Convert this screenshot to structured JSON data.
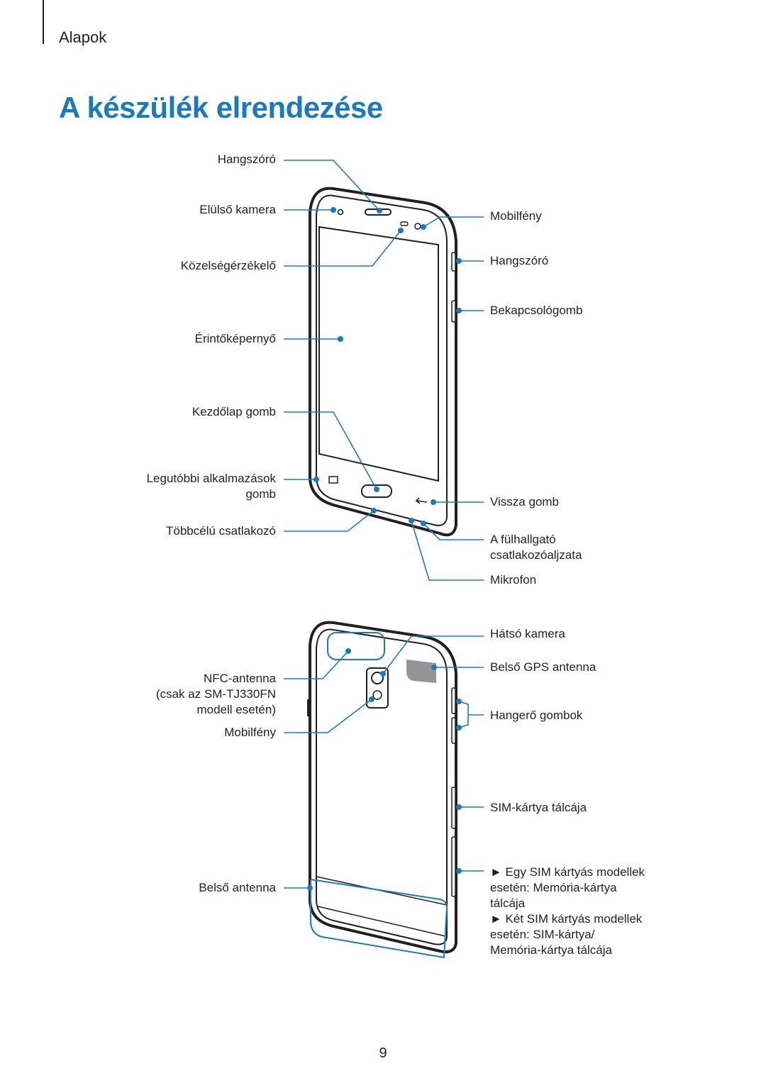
{
  "header": {
    "section": "Alapok",
    "title": "A készülék elrendezése"
  },
  "front": {
    "left_labels": [
      {
        "id": "speaker",
        "text": "Hangszóró"
      },
      {
        "id": "front-camera",
        "text": "Elülső kamera"
      },
      {
        "id": "proximity",
        "text": "Közelségérzékelő"
      },
      {
        "id": "touchscreen",
        "text": "Érintőképernyő"
      },
      {
        "id": "home",
        "text": "Kezdőlap gomb"
      },
      {
        "id": "recent-1",
        "text": "Legutóbbi alkalmazások"
      },
      {
        "id": "recent-2",
        "text": "gomb"
      },
      {
        "id": "multipurpose",
        "text": "Többcélú csatlakozó"
      }
    ],
    "right_labels": [
      {
        "id": "led",
        "text": "Mobilfény"
      },
      {
        "id": "side-speaker",
        "text": "Hangszóró"
      },
      {
        "id": "power",
        "text": "Bekapcsológomb"
      },
      {
        "id": "back",
        "text": "Vissza gomb"
      },
      {
        "id": "earphone-1",
        "text": "A fülhallgató"
      },
      {
        "id": "earphone-2",
        "text": "csatlakozóaljzata"
      },
      {
        "id": "mic",
        "text": "Mikrofon"
      }
    ]
  },
  "back": {
    "left_labels": [
      {
        "id": "nfc-1",
        "text": "NFC-antenna"
      },
      {
        "id": "nfc-2",
        "text": "(csak az SM-TJ330FN"
      },
      {
        "id": "nfc-3",
        "text": "modell esetén)"
      },
      {
        "id": "flash",
        "text": "Mobilfény"
      },
      {
        "id": "inner-antenna",
        "text": "Belső antenna"
      }
    ],
    "right_labels": [
      {
        "id": "rear-camera",
        "text": "Hátsó kamera"
      },
      {
        "id": "gps",
        "text": "Belső GPS antenna"
      },
      {
        "id": "volume",
        "text": "Hangerő gombok"
      },
      {
        "id": "sim",
        "text": "SIM-kártya tálcája"
      }
    ],
    "notes": [
      {
        "id": "note1-1",
        "text": "► Egy SIM kártyás modellek"
      },
      {
        "id": "note1-2",
        "text": "esetén: Memória-kártya"
      },
      {
        "id": "note1-3",
        "text": "tálcája"
      },
      {
        "id": "note2-1",
        "text": "► Két SIM kártyás modellek"
      },
      {
        "id": "note2-2",
        "text": "esetén: SIM-kártya/"
      },
      {
        "id": "note2-3",
        "text": "Memória-kártya tálcája"
      }
    ]
  },
  "footer": {
    "page_number": "9"
  },
  "colors": {
    "accent": "#1a7ac0",
    "text": "#231f20"
  }
}
